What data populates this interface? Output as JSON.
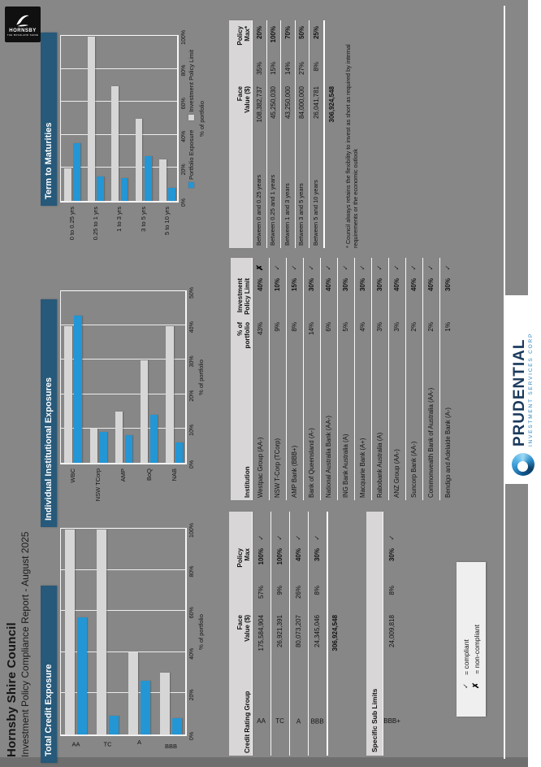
{
  "page": {
    "title": "Hornsby Shire Council",
    "subtitle": "Investment Policy Compliance Report - August 2025",
    "colors": {
      "accent_blue": "#2396d5",
      "policy_gray": "#d6d6d6",
      "section_bar": "#26597a",
      "page_bg": "#878787"
    }
  },
  "hornsby_logo": {
    "name": "HORNSBY",
    "tagline": "THE BUSHLAND SHIRE"
  },
  "sections": {
    "credit": "Total Credit Exposure",
    "institutional": "Individual Institutional Exposures",
    "maturities": "Term to Maturities"
  },
  "chart_data": [
    {
      "type": "bar",
      "orientation": "horizontal",
      "title": "Total Credit Exposure",
      "categories": [
        "AA",
        "TC",
        "A",
        "BBB"
      ],
      "series": [
        {
          "name": "Investment Policy Limit",
          "color": "#d6d6d6",
          "values": [
            100,
            100,
            40,
            30
          ]
        },
        {
          "name": "Portfolio Exposure",
          "color": "#2396d5",
          "values": [
            57,
            9,
            26,
            8
          ]
        }
      ],
      "xlabel": "% of portfolio",
      "xlim": [
        0,
        100
      ],
      "ticks": [
        0,
        20,
        40,
        60,
        80,
        100
      ],
      "tick_labels": [
        "0%",
        "20%",
        "40%",
        "60%",
        "80%",
        "100%"
      ],
      "grid": true,
      "category_labels_rotated": true
    },
    {
      "type": "bar",
      "orientation": "horizontal",
      "title": "Individual Institutional Exposures",
      "categories": [
        "WBC",
        "NSW TCorp",
        "AMP",
        "BoQ",
        "NAB"
      ],
      "series": [
        {
          "name": "Investment Policy Limit",
          "color": "#d6d6d6",
          "values": [
            40,
            10,
            15,
            30,
            40
          ]
        },
        {
          "name": "Portfolio Exposure",
          "color": "#2396d5",
          "values": [
            43,
            9,
            8,
            14,
            6
          ]
        }
      ],
      "xlabel": "% of portfolio",
      "xlim": [
        0,
        50
      ],
      "ticks": [
        0,
        10,
        20,
        30,
        40,
        50
      ],
      "tick_labels": [
        "0%",
        "10%",
        "20%",
        "30%",
        "40%",
        "50%"
      ],
      "grid": true,
      "category_labels_rotated": false
    },
    {
      "type": "bar",
      "orientation": "horizontal",
      "title": "Term to Maturities",
      "categories": [
        "0 to 0.25 yrs",
        "0.25 to 1 yrs",
        "1 to 3 yrs",
        "3 to 5 yrs",
        "5 to 10 yrs"
      ],
      "series": [
        {
          "name": "Investment Policy Limit",
          "color": "#d6d6d6",
          "values": [
            20,
            100,
            70,
            50,
            25
          ]
        },
        {
          "name": "Portfolio Exposure",
          "color": "#2396d5",
          "values": [
            35,
            15,
            14,
            27,
            8
          ]
        }
      ],
      "xlabel": "% of portfolio",
      "xlim": [
        0,
        100
      ],
      "ticks": [
        0,
        20,
        40,
        60,
        80,
        100
      ],
      "tick_labels": [
        "0%",
        "20%",
        "40%",
        "60%",
        "80%",
        "100%"
      ],
      "grid": true,
      "legend": [
        "Portfolio Exposure",
        "Investment Policy Limit"
      ],
      "legend_position": "bottom",
      "category_labels_rotated": false
    }
  ],
  "credit_table": {
    "headers": {
      "group": "Credit Rating Group",
      "face": "Face\nValue ($)",
      "pct": "",
      "max": "Policy\nMax",
      "status": ""
    },
    "rows": [
      {
        "group": "AA",
        "face": "175,584,904",
        "pct": "57%",
        "max": "100%",
        "status": "compliant"
      },
      {
        "group": "TC",
        "face": "26,921,391",
        "pct": "9%",
        "max": "100%",
        "status": "compliant"
      },
      {
        "group": "A",
        "face": "80,073,207",
        "pct": "26%",
        "max": "40%",
        "status": "compliant"
      },
      {
        "group": "BBB",
        "face": "24,345,046",
        "pct": "8%",
        "max": "30%",
        "status": "compliant"
      }
    ],
    "total": "306,924,548"
  },
  "sub_limits_table": {
    "title": "Specific Sub Limits",
    "rows": [
      {
        "group": "BBB+",
        "face": "24,009,818",
        "pct": "8%",
        "max": "30%",
        "status": "compliant"
      }
    ]
  },
  "legend_box": {
    "check": "✓",
    "cross": "✗",
    "compliant": "= compliant",
    "non_compliant": "= non-compliant"
  },
  "institution_table": {
    "headers": {
      "institution": "Institution",
      "pct": "% of\nportfolio",
      "limit": "Investment\nPolicy Limit",
      "status": ""
    },
    "rows": [
      {
        "name": "Westpac Group (AA-)",
        "pct": "43%",
        "limit": "40%",
        "status": "non-compliant"
      },
      {
        "name": "NSW T-Corp (TCorp)",
        "pct": "9%",
        "limit": "10%",
        "status": "compliant"
      },
      {
        "name": "AMP Bank (BBB+)",
        "pct": "8%",
        "limit": "15%",
        "status": "compliant"
      },
      {
        "name": "Bank of Queensland (A-)",
        "pct": "14%",
        "limit": "30%",
        "status": "compliant"
      },
      {
        "name": "National Australia Bank (AA-)",
        "pct": "6%",
        "limit": "40%",
        "status": "compliant"
      },
      {
        "name": "ING Bank Australia (A)",
        "pct": "5%",
        "limit": "30%",
        "status": "compliant"
      },
      {
        "name": "Macquarie Bank (A+)",
        "pct": "4%",
        "limit": "30%",
        "status": "compliant"
      },
      {
        "name": "Rabobank Australia (A)",
        "pct": "3%",
        "limit": "30%",
        "status": "compliant"
      },
      {
        "name": "ANZ Group (AA-)",
        "pct": "3%",
        "limit": "40%",
        "status": "compliant"
      },
      {
        "name": "Suncorp Bank (AA-)",
        "pct": "2%",
        "limit": "40%",
        "status": "compliant"
      },
      {
        "name": "Commonwealth Bank of Australia (AA-)",
        "pct": "2%",
        "limit": "40%",
        "status": "compliant"
      },
      {
        "name": "Bendigo and Adelaide Bank (A-)",
        "pct": "1%",
        "limit": "30%",
        "status": "compliant"
      }
    ]
  },
  "maturity_table": {
    "headers": {
      "term": "",
      "face": "Face\nValue ($)",
      "pct": "",
      "max": "Policy\nMax*"
    },
    "rows": [
      {
        "term": "Between 0 and 0.25 years",
        "face": "108,382,737",
        "pct": "35%",
        "max": "20%"
      },
      {
        "term": "Between 0.25 and 1 years",
        "face": "45,250,030",
        "pct": "15%",
        "max": "100%"
      },
      {
        "term": "Between 1 and 3 years",
        "face": "43,250,000",
        "pct": "14%",
        "max": "70%"
      },
      {
        "term": "Between 3 and 5 years",
        "face": "84,000,000",
        "pct": "27%",
        "max": "50%"
      },
      {
        "term": "Between 5 and 10 years",
        "face": "26,041,781",
        "pct": "8%",
        "max": "25%"
      }
    ],
    "total": "306,924,548",
    "footnote": "* Council always retains the flexibility to invest as short as required by internal requirements or the economic outlook"
  },
  "footer_logo": {
    "brand": "PRUDENTIAL",
    "caption": "INVESTMENT SERVICES CORP"
  }
}
